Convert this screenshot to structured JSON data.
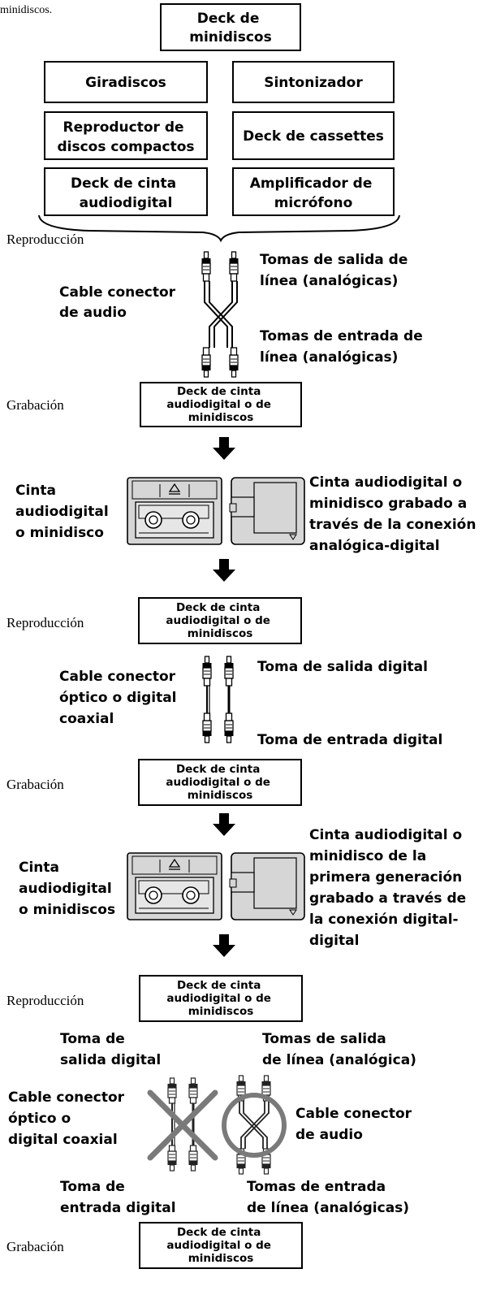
{
  "top_caption": "minidiscos.",
  "sources": {
    "md_deck": [
      "Deck de",
      "minidiscos"
    ],
    "turntable": [
      "Giradiscos"
    ],
    "tuner": [
      "Sintonizador"
    ],
    "cd_player": [
      "Reproductor de",
      "discos compactos"
    ],
    "cassette_deck": [
      "Deck de cassettes"
    ],
    "dat_deck": [
      "Deck de cinta",
      "audiodigital"
    ],
    "mic_amp": [
      "Amplificador de",
      "micrófono"
    ]
  },
  "stage_labels": {
    "playback": "Reproducción",
    "recording": "Grabación"
  },
  "device_box": [
    "Deck de cinta",
    "audiodigital o de",
    "minidiscos"
  ],
  "section1": {
    "cable": [
      "Cable conector",
      "de audio"
    ],
    "output": [
      "Tomas de salida de",
      "línea (analógicas)"
    ],
    "input": [
      "Tomas de entrada de",
      "línea (analógicas)"
    ],
    "media": [
      "Cinta",
      "audiodigital",
      "o minidisco"
    ],
    "media_note": [
      "Cinta audiodigital o",
      "minidisco grabado a",
      "través de la conexión",
      "analógica-digital"
    ]
  },
  "section2": {
    "cable": [
      "Cable conector",
      "óptico o digital",
      "coaxial"
    ],
    "output": [
      "Toma de salida digital"
    ],
    "input": [
      "Toma de entrada digital"
    ],
    "media": [
      "Cinta",
      "audiodigital",
      "o minidiscos"
    ],
    "media_note": [
      "Cinta audiodigital o",
      "minidisco de la",
      "primera generación",
      "grabado a través de",
      "la conexión digital-",
      "digital"
    ]
  },
  "section3": {
    "digital_out": [
      "Toma de",
      "salida digital"
    ],
    "analog_out": [
      "Tomas de salida",
      "de línea (analógica)"
    ],
    "digital_cable": [
      "Cable conector",
      "óptico o",
      "digital coaxial"
    ],
    "audio_cable": [
      "Cable conector",
      "de audio"
    ],
    "digital_in": [
      "Toma de",
      "entrada digital"
    ],
    "analog_in": [
      "Tomas de entrada",
      "de línea (analógicas)"
    ]
  },
  "colors": {
    "ink": "#000000",
    "device_fill": "#d6d6d6",
    "mark_gray": "#7a7a7a"
  },
  "icons": [
    "rca-plug-icon",
    "down-arrow-icon",
    "dat-cassette-icon",
    "minidisc-icon",
    "prohibited-x-icon",
    "allowed-circle-icon"
  ]
}
